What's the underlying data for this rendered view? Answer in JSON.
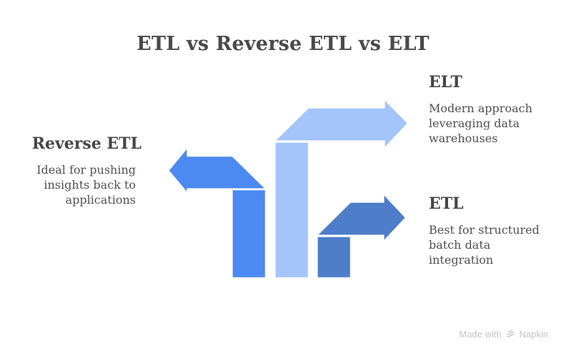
{
  "title": "ETL vs Reverse ETL vs ELT",
  "sections": {
    "reverse_etl": {
      "heading": "Reverse ETL",
      "description_lines": [
        "Ideal for pushing",
        "insights back to",
        "applications"
      ]
    },
    "elt": {
      "heading": "ELT",
      "description_lines": [
        "Modern approach",
        "leveraging data",
        "warehouses"
      ]
    },
    "etl": {
      "heading": "ETL",
      "description_lines": [
        "Best for structured",
        "batch data",
        "integration"
      ]
    }
  },
  "colors": {
    "reverse_etl_arrow": "#4C89F0",
    "elt_arrow": "#A4C4FA",
    "etl_arrow": "#4E7DC9",
    "heading_text": "#464646",
    "body_text": "#515151",
    "footer_text": "#c3c3c3"
  },
  "footer": {
    "made_with": "Made with",
    "brand": "Napkin"
  }
}
